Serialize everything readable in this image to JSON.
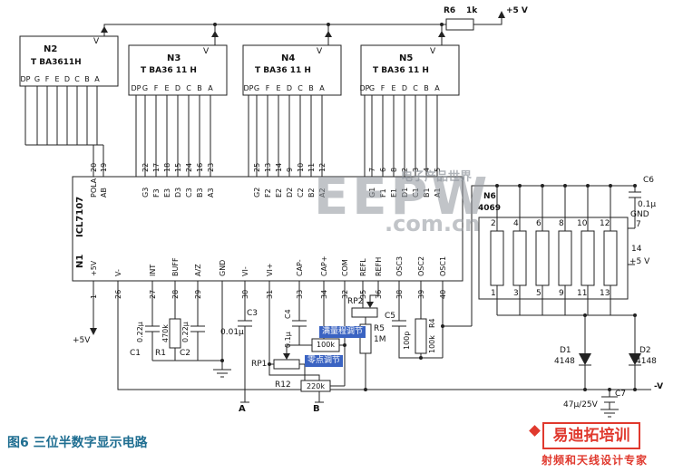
{
  "caption": "图6 三位半数字显示电路",
  "watermark": {
    "word": "EEPW",
    "domain": ".com.cn",
    "cn": "电子产品世界"
  },
  "brand": {
    "title": "易迪拓培训",
    "subtitle": "射频和天线设计专家"
  },
  "supply": {
    "r6_ref": "R6",
    "r6_val": "1k",
    "top": "+5 V",
    "bottom_left": "+5V",
    "neg": "-V"
  },
  "displays": [
    {
      "ref": "N2",
      "part": "T BA3611H",
      "v": "V",
      "pins": [
        "DP",
        "G",
        "F",
        "E",
        "D",
        "C",
        "B",
        "A"
      ]
    },
    {
      "ref": "N3",
      "part": "T BA36 11 H",
      "v": "V",
      "pins": [
        "DP",
        "G",
        "F",
        "E",
        "D",
        "C",
        "B",
        "A"
      ]
    },
    {
      "ref": "N4",
      "part": "T BA36 11 H",
      "v": "V",
      "pins": [
        "DP",
        "G",
        "F",
        "E",
        "D",
        "C",
        "B",
        "A"
      ]
    },
    {
      "ref": "N5",
      "part": "T BA36 11 H",
      "v": "V",
      "pins": [
        "DP",
        "G",
        "F",
        "E",
        "D",
        "C",
        "B",
        "A"
      ]
    }
  ],
  "n1": {
    "ref": "N1",
    "part": "ICL7107",
    "top": [
      {
        "n": "20",
        "l": "POLA"
      },
      {
        "n": "19",
        "l": "AB"
      },
      {
        "n": "22",
        "l": "G3"
      },
      {
        "n": "17",
        "l": "F3"
      },
      {
        "n": "18",
        "l": "E3"
      },
      {
        "n": "15",
        "l": "D3"
      },
      {
        "n": "24",
        "l": "C3"
      },
      {
        "n": "16",
        "l": "B3"
      },
      {
        "n": "23",
        "l": "A3"
      },
      {
        "n": "25",
        "l": "G2"
      },
      {
        "n": "13",
        "l": "F2"
      },
      {
        "n": "14",
        "l": "E2"
      },
      {
        "n": "9",
        "l": "D2"
      },
      {
        "n": "10",
        "l": "C2"
      },
      {
        "n": "11",
        "l": "B2"
      },
      {
        "n": "12",
        "l": "A2"
      },
      {
        "n": "7",
        "l": "G1"
      },
      {
        "n": "6",
        "l": "F1"
      },
      {
        "n": "8",
        "l": "E1"
      },
      {
        "n": "2",
        "l": "D1"
      },
      {
        "n": "3",
        "l": "C1"
      },
      {
        "n": "4",
        "l": "B1"
      },
      {
        "n": "5",
        "l": "A1"
      }
    ],
    "bottom": [
      {
        "n": "1",
        "l": "+5V"
      },
      {
        "n": "26",
        "l": "V-"
      },
      {
        "n": "27",
        "l": "INT"
      },
      {
        "n": "28",
        "l": "BUFF"
      },
      {
        "n": "29",
        "l": "A/Z"
      },
      {
        "n": "",
        "l": "GND"
      },
      {
        "n": "30",
        "l": "VI-"
      },
      {
        "n": "31",
        "l": "VI+"
      },
      {
        "n": "33",
        "l": "CAP-"
      },
      {
        "n": "34",
        "l": "CAP+"
      },
      {
        "n": "32",
        "l": "COM"
      },
      {
        "n": "35",
        "l": "REFL"
      },
      {
        "n": "36",
        "l": "REFH"
      },
      {
        "n": "38",
        "l": "OSC3"
      },
      {
        "n": "39",
        "l": "OSC2"
      },
      {
        "n": "40",
        "l": "OSC1"
      }
    ]
  },
  "n6": {
    "ref": "N6",
    "part": "4069",
    "top": [
      "2",
      "4",
      "6",
      "8",
      "10",
      "12"
    ],
    "bottom": [
      "1",
      "3",
      "5",
      "9",
      "11",
      "13"
    ],
    "gnd": "GND",
    "gnd_pin": "7",
    "vdd_pin": "14",
    "vdd": "+5 V"
  },
  "parts": {
    "c1": {
      "ref": "C1",
      "val": "0.22μ"
    },
    "r1": {
      "ref": "R1",
      "val": "470k"
    },
    "c2": {
      "ref": "C2",
      "val": "0.22μ"
    },
    "c3": {
      "ref": "C3",
      "val": "0.01μ"
    },
    "c4": {
      "ref": "C4",
      "val": "0.1μ"
    },
    "r100k": {
      "val": "100k"
    },
    "rp1": {
      "ref": "RP1",
      "note": "零点调节"
    },
    "r12": {
      "ref": "R12",
      "val": "220k"
    },
    "rp2": {
      "ref": "RP2",
      "note": "满量程调节"
    },
    "r5": {
      "ref": "R5",
      "val": "1M"
    },
    "c5": {
      "ref": "C5",
      "val": "100p"
    },
    "r4": {
      "ref": "R4",
      "val": "100k"
    },
    "c6": {
      "ref": "C6",
      "val": "0.1μ"
    },
    "c7": {
      "ref": "C7",
      "val": "47μ/25V"
    },
    "d1": {
      "ref": "D1",
      "val": "4148"
    },
    "d2": {
      "ref": "D2",
      "val": "4148"
    },
    "term_a": "A",
    "term_b": "B"
  }
}
